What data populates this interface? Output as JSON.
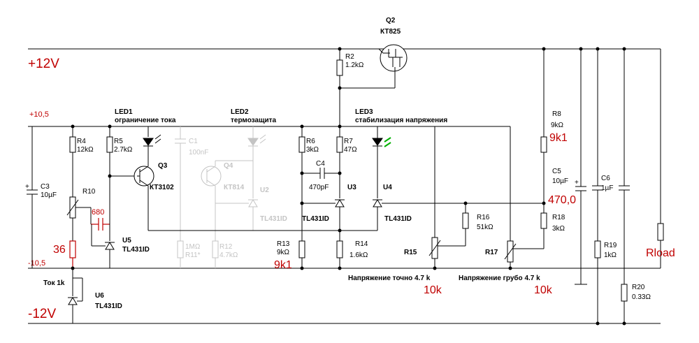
{
  "rails": {
    "plus12": "+12V",
    "minus12": "-12V",
    "plus10_5": "+10,5",
    "minus10_5": "-10,5"
  },
  "components": {
    "Q2": {
      "name": "Q2",
      "type": "КТ825"
    },
    "R2": {
      "name": "R2",
      "value": "1.2kΩ"
    },
    "LED1": {
      "name": "LED1",
      "desc": "ограничение тока"
    },
    "LED2": {
      "name": "LED2",
      "desc": "термозащита"
    },
    "LED3": {
      "name": "LED3",
      "desc": "стабилизация  напряжения"
    },
    "R4": {
      "name": "R4",
      "value": "12kΩ"
    },
    "R5": {
      "name": "R5",
      "value": "2.7kΩ"
    },
    "Q3": {
      "name": "Q3",
      "type": "КТ3102"
    },
    "C1": {
      "name": "C1",
      "value": "100nF"
    },
    "Q4": {
      "name": "Q4",
      "type": "КТ814"
    },
    "U2": {
      "name": "U2",
      "type": "TL431ID"
    },
    "R6": {
      "name": "R6",
      "value": "3kΩ"
    },
    "R7": {
      "name": "R7",
      "value": "47Ω"
    },
    "C4": {
      "name": "C4",
      "value": "470pF"
    },
    "U3": {
      "name": "U3",
      "type": "TL431ID"
    },
    "U4": {
      "name": "U4",
      "type": "TL431ID"
    },
    "R8": {
      "name": "R8",
      "value": "9kΩ"
    },
    "C5": {
      "name": "C5",
      "value": "10µF"
    },
    "C3": {
      "name": "C3",
      "value": "10µF"
    },
    "R10": {
      "name": "R10"
    },
    "U5": {
      "name": "U5",
      "type": "TL431ID"
    },
    "R11": {
      "value": "1MΩ",
      "name": "R11*"
    },
    "R12": {
      "name": "R12",
      "value": "4.7kΩ"
    },
    "R13": {
      "name": "R13",
      "value": "9kΩ"
    },
    "R14": {
      "name": "R14",
      "value": "1.6kΩ"
    },
    "R15": {
      "name": "R15"
    },
    "R16": {
      "name": "R16",
      "value": "51kΩ"
    },
    "R17": {
      "name": "R17"
    },
    "R18": {
      "name": "R18",
      "value": "3kΩ"
    },
    "C6": {
      "name": "C6",
      "value": "1µF"
    },
    "R19": {
      "name": "R19",
      "value": "1kΩ"
    },
    "R20": {
      "name": "R20",
      "value": "0.33Ω"
    },
    "U6": {
      "name": "U6",
      "type": "TL431ID"
    }
  },
  "labels": {
    "tok": "Ток  1k",
    "fine": "Напряжение точно  4.7 k",
    "coarse": "Напряжение грубо 4.7 k",
    "rload": "Rload"
  },
  "annotations": {
    "r8": "9k1",
    "c5": "470,0",
    "c2": "680",
    "r36": "36",
    "r13": "9k1",
    "r15": "10k",
    "r17": "10k"
  }
}
